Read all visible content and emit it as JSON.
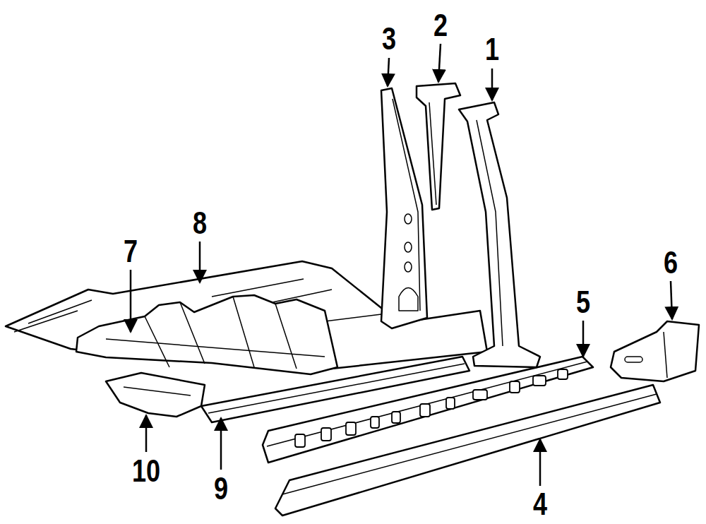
{
  "diagram": {
    "labels": [
      "3",
      "2",
      "1",
      "8",
      "7",
      "6",
      "5",
      "10",
      "9",
      "4"
    ]
  }
}
